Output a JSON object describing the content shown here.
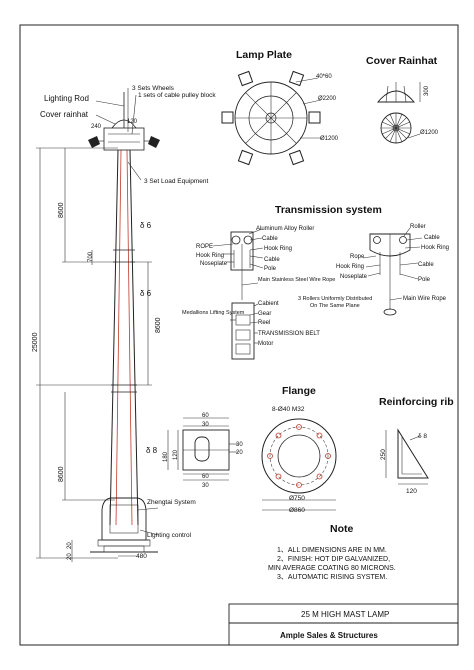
{
  "sheet": {
    "border_color": "#222222",
    "accent_red": "#c0392b"
  },
  "mast": {
    "top_labels": {
      "lighting_rod": "Lighting Rod",
      "cover_rainhat": "Cover rainhat",
      "wheels": "3 Sets Wheels",
      "pulley": "1 sets of cable pulley block",
      "load_equipment": "3 Set Load Equipment"
    },
    "bottom_labels": {
      "zhengtai": "Zhengtai System",
      "lighting_control": "Lighting control"
    },
    "dims": {
      "total_height": "25000",
      "upper_section": "8600",
      "middle_section": "8600",
      "lower_section": "8600",
      "joint": "700",
      "base_width": "480",
      "base_a": "20",
      "base_b": "20",
      "top_width": "240",
      "top_angle": "120"
    },
    "thickness": [
      "δ 6",
      "δ 6",
      "δ 8"
    ]
  },
  "lamp_plate": {
    "title": "Lamp Plate",
    "dims": [
      "40*60",
      "Ø2200",
      "Ø1200"
    ]
  },
  "cover": {
    "title": "Cover Rainhat",
    "dims": [
      "300",
      "Ø1200"
    ]
  },
  "transmission": {
    "title": "Transmission system",
    "left_labels": [
      "Aluminum Alloy Roller",
      "Cable",
      "Hook Ring",
      "Cable",
      "Pole",
      "Main Stainless Steel Wire Rope",
      "Cabient",
      "Gear",
      "Reel",
      "TRANSMISSION BELT",
      "Motor"
    ],
    "left_side_labels": [
      "ROPE",
      "Hook Ring",
      "Noseplate",
      "Medallions Lifting System"
    ],
    "right_labels": [
      "Roller",
      "Cable",
      "Hook Ring",
      "Cable",
      "Pole",
      "Main Wire Rope"
    ],
    "right_side_labels": [
      "Rope",
      "Hook Ring",
      "Noseplate"
    ],
    "rollers_note_1": "3 Rollers Uniformly Distributed",
    "rollers_note_2": "On The Same Plane"
  },
  "bracket_dims": [
    "60",
    "30",
    "30",
    "20",
    "180",
    "120",
    "60",
    "30"
  ],
  "flange": {
    "title": "Flange",
    "bolts": "8-Ø40 M32",
    "dims": [
      "Ø750",
      "Ø860"
    ]
  },
  "rib": {
    "title": "Reinforcing rib",
    "dims": [
      "δ 8",
      "250",
      "120"
    ]
  },
  "note": {
    "title": "Note",
    "lines": [
      "1、ALL DIMENSIONS ARE IN MM.",
      "2、FINISH: HOT DIP GALVANIZED,",
      "MIN AVERAGE COATING 80 MICRONS.",
      "3、AUTOMATIC RISING SYSTEM."
    ]
  },
  "title_block": {
    "title": "25 M  HIGH MAST LAMP",
    "company": "Ample Sales & Structures"
  }
}
